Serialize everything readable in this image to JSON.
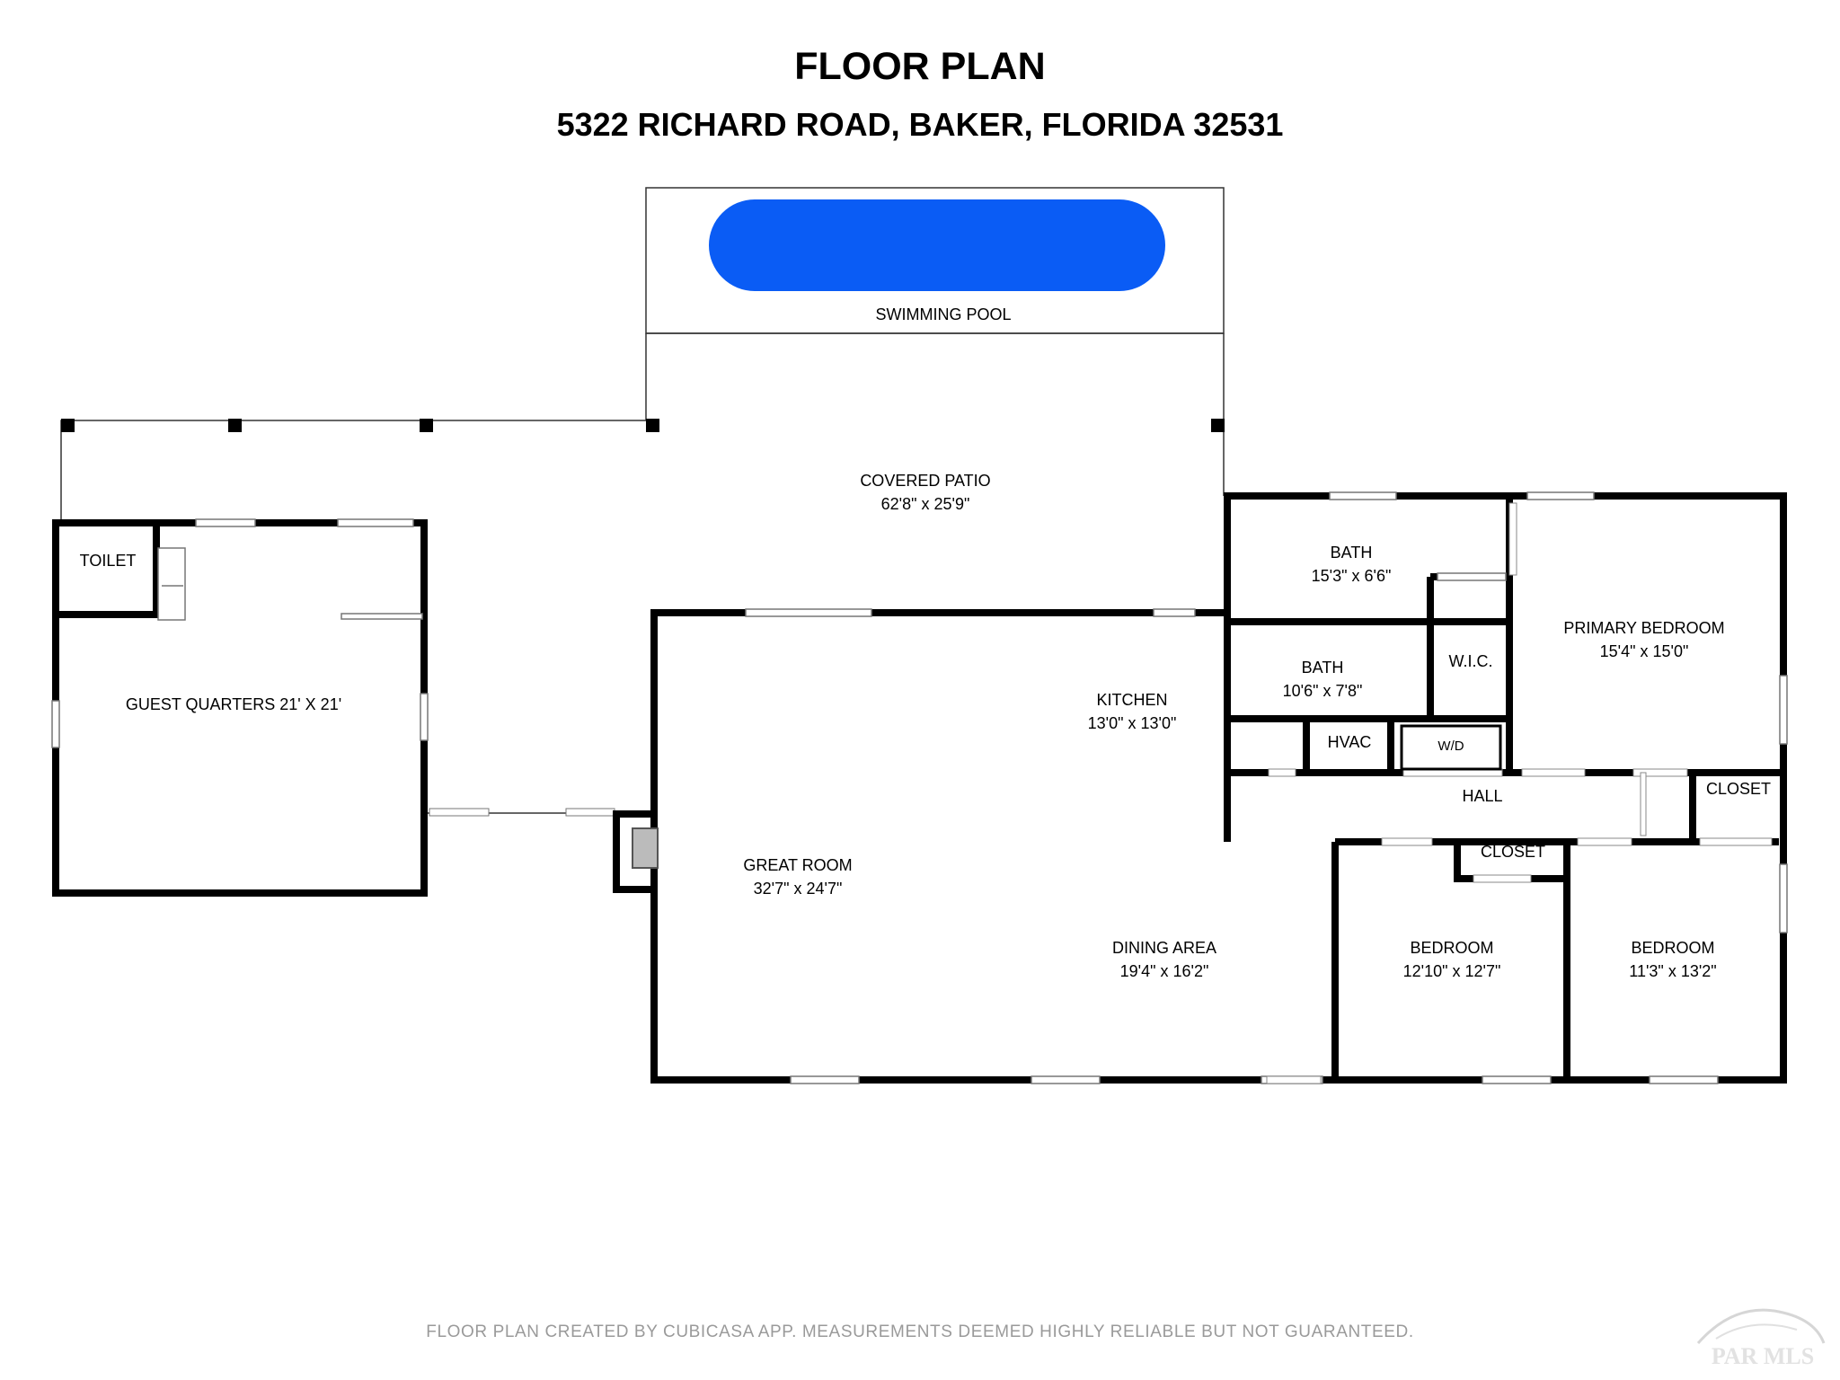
{
  "header": {
    "title": "FLOOR PLAN",
    "address": "5322 RICHARD ROAD, BAKER, FLORIDA 32531"
  },
  "rooms": {
    "pool": {
      "label": "SWIMMING POOL"
    },
    "patio": {
      "label": "COVERED PATIO",
      "dim": "62'8\" x 25'9\""
    },
    "toilet": {
      "label": "TOILET"
    },
    "guest": {
      "label": "GUEST QUARTERS 21' X 21'"
    },
    "bath1": {
      "label": "BATH",
      "dim": "15'3\" x 6'6\""
    },
    "primary": {
      "label": "PRIMARY BEDROOM",
      "dim": "15'4\" x 15'0\""
    },
    "wic": {
      "label": "W.I.C."
    },
    "bath2": {
      "label": "BATH",
      "dim": "10'6\" x 7'8\""
    },
    "kitchen": {
      "label": "KITCHEN",
      "dim": "13'0\" x 13'0\""
    },
    "hvac": {
      "label": "HVAC"
    },
    "wd": {
      "label": "W/D"
    },
    "hall": {
      "label": "HALL"
    },
    "closet1": {
      "label": "CLOSET"
    },
    "closet2": {
      "label": "CLOSET"
    },
    "great": {
      "label": "GREAT ROOM",
      "dim": "32'7\" x 24'7\""
    },
    "dining": {
      "label": "DINING AREA",
      "dim": "19'4\" x 16'2\""
    },
    "bedroom1": {
      "label": "BEDROOM",
      "dim": "12'10\" x 12'7\""
    },
    "bedroom2": {
      "label": "BEDROOM",
      "dim": "11'3\" x 13'2\""
    }
  },
  "footer": {
    "note": "FLOOR PLAN CREATED BY CUBICASA APP. MEASUREMENTS DEEMED HIGHLY RELIABLE BUT NOT GUARANTEED."
  },
  "watermark": {
    "text": "PAR MLS"
  },
  "colors": {
    "pool": "#0a5cf5",
    "wall": "#000000",
    "footer": "#9a9a9a"
  }
}
